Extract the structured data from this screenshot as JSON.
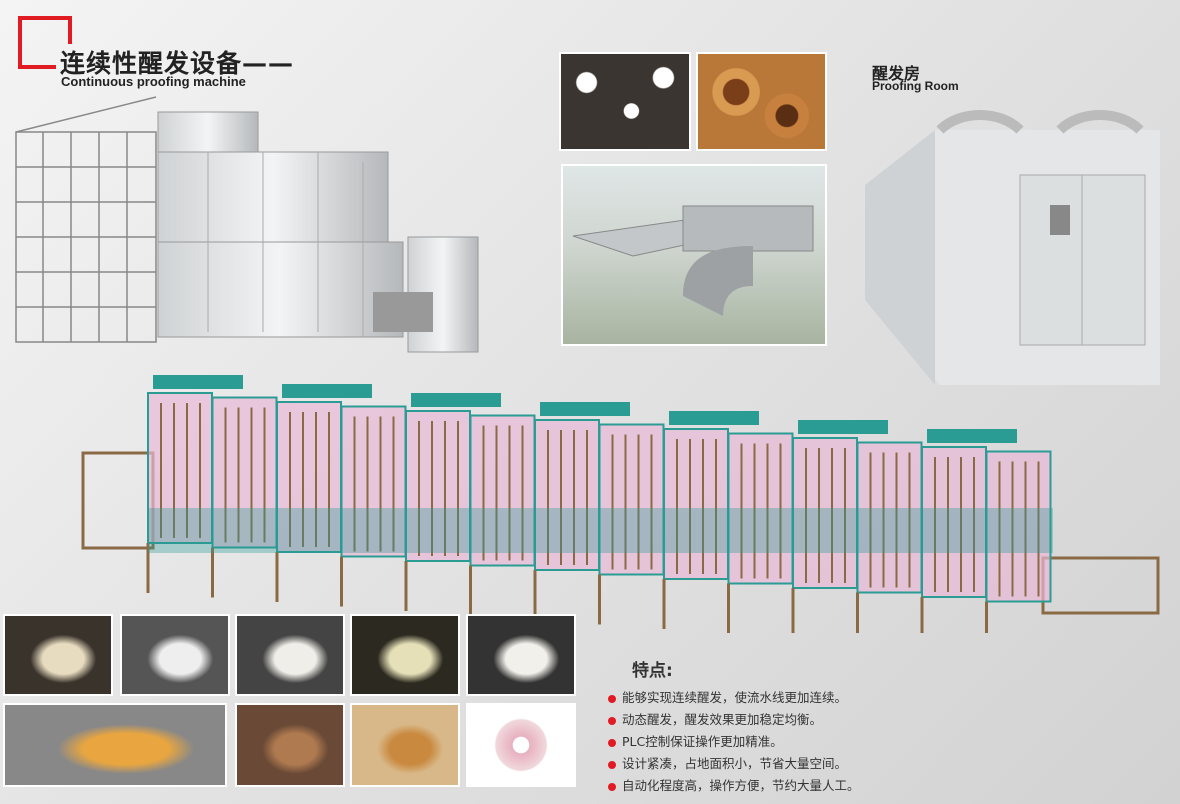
{
  "header": {
    "title_cn": "连续性醒发设备——",
    "title_en": "Continuous proofing machine"
  },
  "room": {
    "title_cn": "醒发房",
    "title_en": "Proofing Room"
  },
  "features": {
    "heading": "特点:",
    "items": [
      "能够实现连续醒发，使流水线更加连续。",
      "动态醒发，醒发效果更加稳定均衡。",
      "PLC控制保证操作更加精准。",
      "设计紧凑，占地面积小，节省大量空间。",
      "自动化程度高，操作方便，节约大量人工。"
    ]
  },
  "colors": {
    "accent": "#e01b22",
    "frame": "#8a6a44",
    "teal": "#2a9c94",
    "pink": "#e8b8d6"
  }
}
